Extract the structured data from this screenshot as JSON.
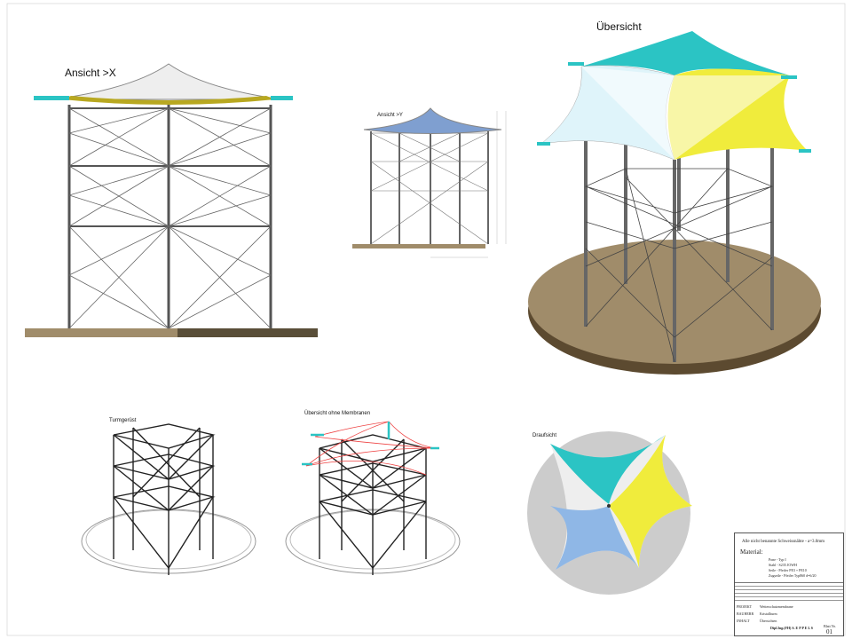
{
  "views": {
    "front_x": "Ansicht >X",
    "front_y": "Ansicht >Y",
    "overview": "Übersicht",
    "tower": "Turmgerüst",
    "no_membranes": "Übersicht ohne Membranen",
    "top": "Draufsicht"
  },
  "title_block": {
    "note": "Alle nicht benannte Schweissnähte - a=3.0mm",
    "material_heading": "Material:",
    "materials": [
      "Pone - Typ I",
      "Stahl - S235 JOWH",
      "Seile - Pfeifer PE3 + PE10",
      "Zugseile - Pfeifer Typ860 d=6/20"
    ],
    "project_label": "PROJEKT",
    "project": "Wetterschutzmembrane",
    "client_label": "BAUHERR",
    "client": "Kristallturm",
    "content_label": "INHALT",
    "content": "Übersichten",
    "engineer": "Dipl.Ing.(FH) S. E P P E L S",
    "sheet_label": "Blatt Nr.",
    "sheet": "01"
  },
  "colors": {
    "cyan": "#2bc4c4",
    "yellow": "#f0ec3c",
    "lightblue": "#cfeef5",
    "blue": "#8fb7e6",
    "ground": "#a08c6a"
  }
}
